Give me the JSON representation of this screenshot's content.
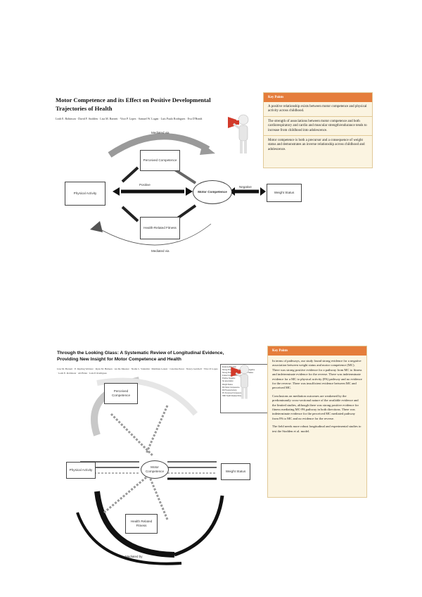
{
  "slide1": {
    "title": "Motor Competence and its Effect on Positive Developmental Trajectories of Health",
    "authors": "Leah E. Robinson · David F. Stodden · Lisa M. Barnett · Vitor P. Lopes · Samuel W. Logan · Luis Paulo Rodrigues · Eva D'Hondt",
    "diagram": {
      "mediated_top": "Mediated via",
      "mediated_bottom": "Mediated via",
      "perceived": "Perceived Competence",
      "physical_activity": "Physical Activity",
      "motor_competence": "Motor Competence",
      "health_fitness": "Health-Related Fitness",
      "weight_status": "Weight Status",
      "positive": "Positive",
      "negative": "Negative"
    },
    "key_points": {
      "heading": "Key Points",
      "points": [
        "A positive relationship exists between motor competence and physical activity across childhood.",
        "The strength of associations between motor competence and both cardiorespiratory and cardio and muscular strength/endurance tends to increase from childhood into adolescence.",
        "Motor competence is both a precursor and a consequence of weight status and demonstrates an inverse relationship across childhood and adolescence."
      ]
    }
  },
  "slide2": {
    "title": "Through the Looking Glass: A Systematic Review of Longitudinal Evidence, Providing New Insight for Motor Competence and Health",
    "authors": "Lisa M. Barnett · E. Kipling Webster · Ryan M. Hulteen · An De Meester · Nadia C. Valentini · Matthieu Lenoir · Caterina Pesce · Nancy Getchell · Vitor P. Lopes · Leah E. Robinson · Ali Brian · Luis P. Rodrigues",
    "diagram": {
      "perceived": "Perceived Competence",
      "physical_activity": "Physical Activity",
      "motor_competence": "Motor Competence",
      "health_fitness": "Health Related Fitness",
      "weight_status": "Weight Status",
      "mediated_by": "Mediated by"
    },
    "legend_rows": [
      "Evidence/Direction",
      "Strong  Positive PA → MC  /  Strong Negative",
      "Strong  Positive MC → PA  /  Weight Status",
      "Indeterminate  Insufficient",
      "Positive  Negative",
      "No association",
      "Weight Status",
      "MC  Motor Competence",
      "PA  Physical Activity",
      "PC  Perceived Competence",
      "HRF  Health Related Fitness"
    ],
    "key_points": {
      "heading": "Key Points",
      "points": [
        "In terms of pathways, our study found strong evidence for a negative association between weight status and motor competence (MC). There was strong positive evidence for a pathway from MC to fitness and indeterminate evidence for the reverse. There was indeterminate evidence for a MC to physical activity (PA) pathway and no evidence for the reverse. There was insufficient evidence between MC and perceived MC.",
        "Conclusions on mediation outcomes are weakened by the predominantly cross-sectional nature of the available evidence and the limited studies, although there was strong positive evidence for fitness mediating MC-PA pathway in both directions. There was indeterminate evidence for the perceived MC mediated pathway from PA to MC and no evidence for the reverse.",
        "The field needs more robust longitudinal and experimental studies to test the Stodden et al. model."
      ]
    }
  }
}
